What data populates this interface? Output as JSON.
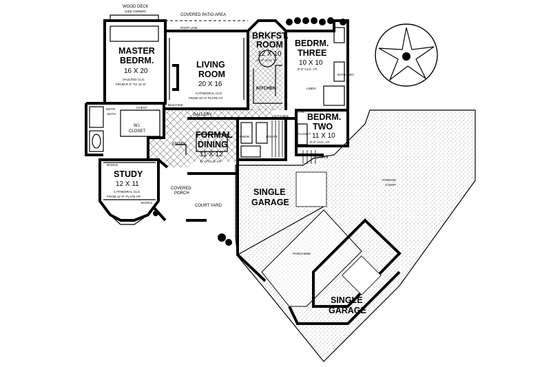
{
  "labels": {
    "wood_deck": "WOOD DECK",
    "wood_deck_note": "(SEE OWNER)",
    "covered_patio": "COVERED PATIO AREA",
    "roof_line": "ROOF LINE",
    "master_l1": "MASTER",
    "master_l2": "BEDRM.",
    "master_dim": "16 X 20",
    "master_n1": "VAULTED CLG.",
    "master_n2": "FROM 9'-0\" TO 11'-0\"",
    "living_l1": "LIVING",
    "living_l2": "ROOM",
    "living_dim": "20 X 16",
    "living_n1": "CATHEDRAL CLG.",
    "living_n2": "FROM 10'-0\" PLATE HT.",
    "brk_l1": "BRKFST.",
    "brk_l2": "ROOM",
    "brk_dim": "12 X 10",
    "brk_n1": "10'-0\" CLG. HT.",
    "kitchen": "KITCHEN",
    "bed3_l1": "BEDRM.",
    "bed3_l2": "THREE",
    "bed3_dim": "10 X 10",
    "bed3_n1": "8'-0\" CLG. HT.",
    "bed2_l1": "BEDRM.",
    "bed2_l2": "TWO",
    "bed2_dim": "11 X 10",
    "bed2_n1": "8'-0\" CLG. HT.",
    "bath_two": "BATH TWO",
    "linen": "LINEN",
    "built_ins": "BUILT-INS",
    "mstr_bath_l1": "MSTR.",
    "mstr_bath_l2": "BATH",
    "chest": "CHEST",
    "wi_l1": "W.I.",
    "wi_l2": "CLOSET",
    "gallery": "GALLERY",
    "formal_l1": "FORMAL",
    "formal_l2": "DINING",
    "formal_dim": "11 X 12",
    "formal_n1": "11'-0\" CLG. HT.",
    "entry": "ENTRY",
    "study": "STUDY",
    "study_dim": "12 X 11",
    "study_n1": "CATHEDRAL CLG.",
    "study_n2": "FROM 11'-0\" PLATE HT.",
    "books": "BOOKS",
    "covered_porch_l1": "COVERED",
    "covered_porch_l2": "PORCH",
    "court_yard": "COURT YARD",
    "stairs": "STAIRS",
    "utility": "UTILITY",
    "pwdr": "PWDR.",
    "niche": "NICHE",
    "closet": "CLOSET",
    "single1_l1": "SINGLE",
    "single1_l2": "GARAGE",
    "parking_l1": "PARKING",
    "parking_l2": "COURT",
    "porchere": "PORCHERE",
    "single2_l1": "SINGLE",
    "single2_l2": "GARAGE"
  }
}
